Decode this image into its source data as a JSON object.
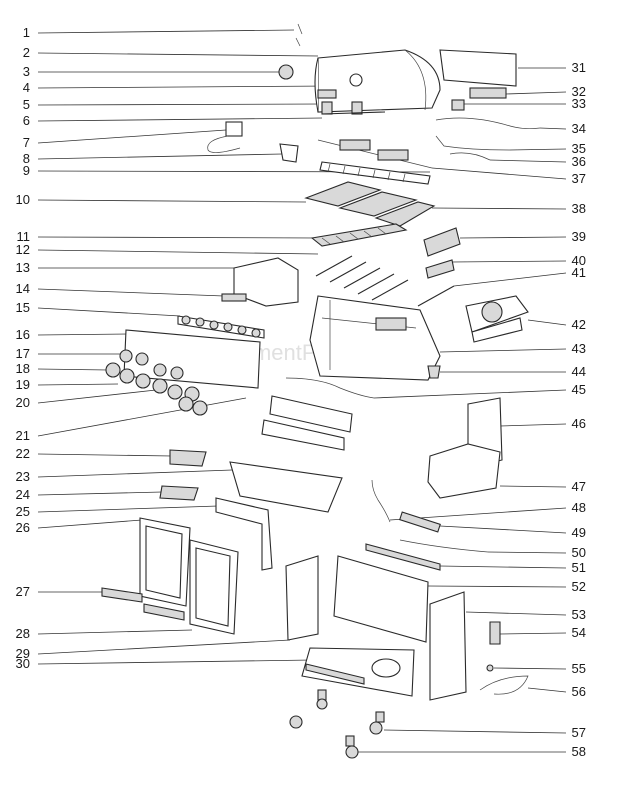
{
  "watermark": "eReplacementParts.com",
  "callouts_left": [
    "1",
    "2",
    "3",
    "4",
    "5",
    "6",
    "7",
    "8",
    "9",
    "10",
    "11",
    "12",
    "13",
    "14",
    "15",
    "16",
    "17",
    "18",
    "19",
    "20",
    "21",
    "22",
    "23",
    "24",
    "25",
    "26",
    "27",
    "28",
    "29",
    "30"
  ],
  "callouts_right": [
    "31",
    "32",
    "33",
    "34",
    "35",
    "36",
    "37",
    "38",
    "39",
    "40",
    "41",
    "42",
    "43",
    "44",
    "45",
    "46",
    "47",
    "48",
    "49",
    "50",
    "51",
    "52",
    "53",
    "54",
    "55",
    "56",
    "57",
    "58"
  ]
}
